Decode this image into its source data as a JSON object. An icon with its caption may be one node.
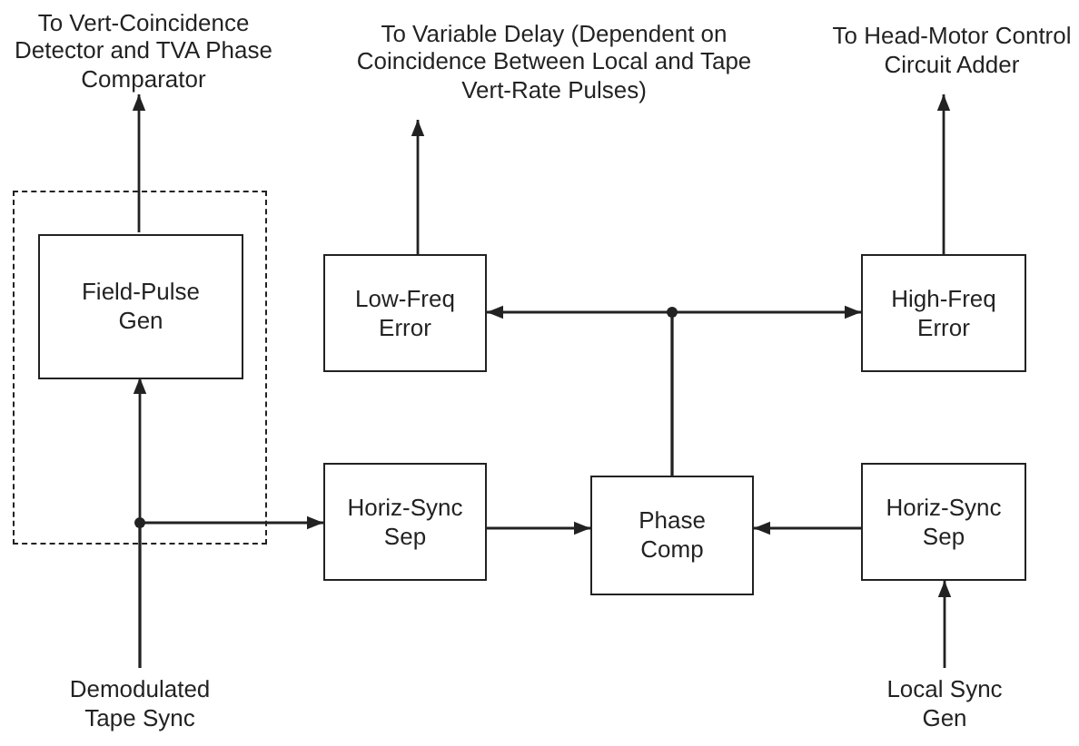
{
  "diagram": {
    "nodes": [
      {
        "text": [
          "To Vert-Coincidence Detector and TVA Phase Comparator"
        ]
      },
      {
        "text": [
          "To Variable Delay (Dependent on Coincidence Between Local and Tape Vert-Rate Pulses)"
        ]
      },
      {
        "text": [
          "To Head-Motor Control Circuit Adder"
        ]
      },
      {
        "text": [],
        "shape": "box"
      },
      {
        "text": [
          "Field-Pulse Gen"
        ],
        "in": 3
      },
      {
        "text": [
          "Low-Freq Error"
        ]
      },
      {
        "text": [
          "High-Freq Error"
        ]
      },
      {
        "text": [
          "Horiz-Sync Sep"
        ]
      },
      {
        "text": [
          "Phase Comp"
        ]
      },
      {
        "text": [
          "Horiz-Sync Sep"
        ]
      },
      {
        "text": [
          "Demodulated Tape Sync"
        ]
      },
      {
        "text": [
          "Local Sync Gen"
        ]
      }
    ],
    "edges": [
      {
        "from": 10,
        "to": 4,
        "arrow": "to"
      },
      {
        "from": 10,
        "to": 7,
        "arrow": "to"
      },
      {
        "from": 4,
        "to": 0,
        "arrow": "to"
      },
      {
        "from": 7,
        "to": 8,
        "arrow": "to"
      },
      {
        "from": 9,
        "to": 8,
        "arrow": "to"
      },
      {
        "from": 11,
        "to": 9,
        "arrow": "to"
      },
      {
        "from": 8,
        "to": 5,
        "arrow": "to"
      },
      {
        "from": 8,
        "to": 6,
        "arrow": "to"
      },
      {
        "from": 5,
        "to": 1,
        "arrow": "to"
      },
      {
        "from": 6,
        "to": 2,
        "arrow": "to"
      }
    ]
  }
}
